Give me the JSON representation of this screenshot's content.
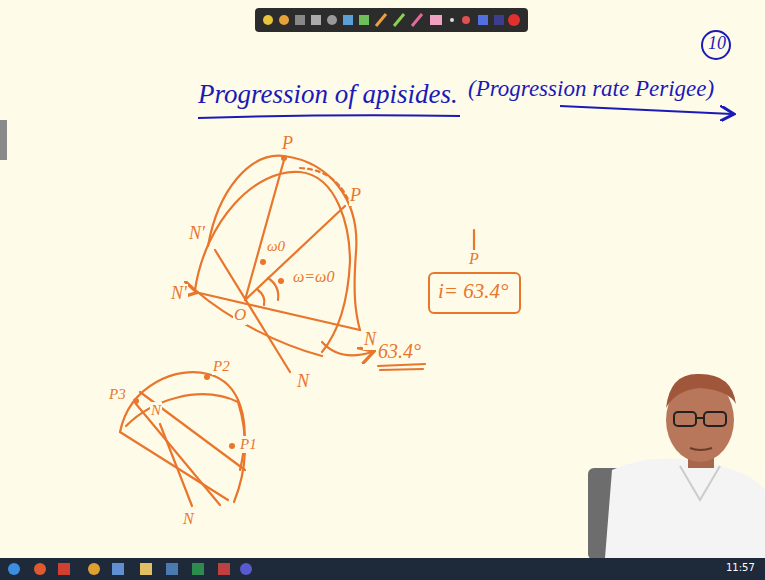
{
  "diagram": {
    "title": "Progression of apisides.",
    "nodes": [
      {
        "text": [
          "i= 63.4°"
        ]
      }
    ],
    "labels": [
      "(Progression rate Perigee)",
      "10",
      "P",
      "P",
      "N'",
      "N'",
      "ω0",
      "ω=ω0",
      "O",
      "N",
      "N",
      "63.4°",
      "P",
      "P3",
      "P2",
      "P1",
      "N",
      "N",
      "11:57"
    ]
  }
}
